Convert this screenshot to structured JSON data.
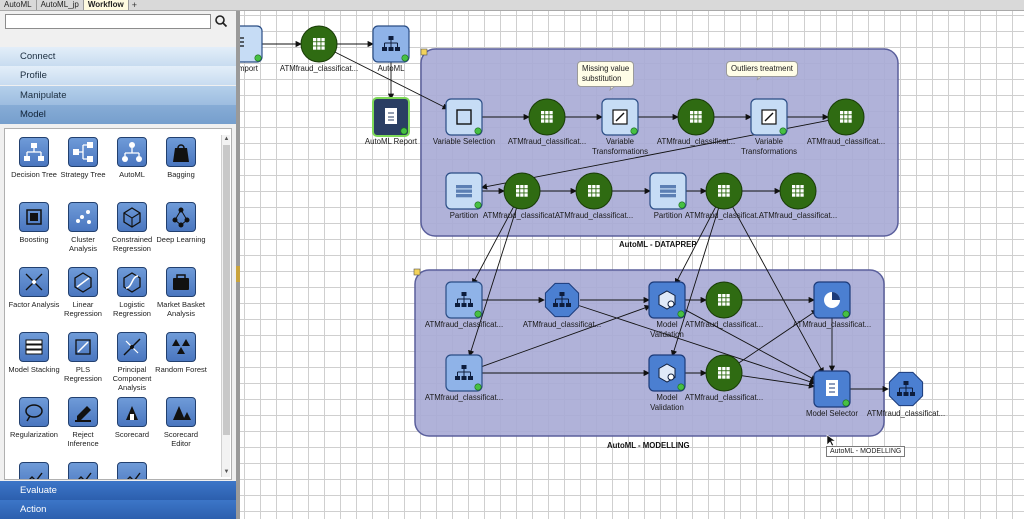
{
  "tabs": [
    {
      "label": "AutoML",
      "active": false
    },
    {
      "label": "AutoML_jp",
      "active": false
    },
    {
      "label": "Workflow",
      "active": true
    }
  ],
  "tab_add_label": "+",
  "search": {
    "value": "",
    "placeholder": ""
  },
  "accordion_top": [
    "Connect",
    "Profile",
    "Manipulate",
    "Model"
  ],
  "accordion_bottom": [
    "Evaluate",
    "Action"
  ],
  "palette_tools": [
    {
      "label": "Decision Tree",
      "icon": "decision-tree-icon"
    },
    {
      "label": "Strategy Tree",
      "icon": "strategy-tree-icon"
    },
    {
      "label": "AutoML",
      "icon": "automl-icon"
    },
    {
      "label": "Bagging",
      "icon": "bagging-icon"
    },
    {
      "label": "Boosting",
      "icon": "boosting-icon"
    },
    {
      "label": "Cluster Analysis",
      "icon": "cluster-icon"
    },
    {
      "label": "Constrained Regression",
      "icon": "constrained-regression-icon"
    },
    {
      "label": "Deep Learning",
      "icon": "deep-learning-icon"
    },
    {
      "label": "Factor Analysis",
      "icon": "factor-analysis-icon"
    },
    {
      "label": "Linear Regression",
      "icon": "linear-regression-icon"
    },
    {
      "label": "Logistic Regression",
      "icon": "logistic-regression-icon"
    },
    {
      "label": "Market Basket Analysis",
      "icon": "market-basket-icon"
    },
    {
      "label": "Model Stacking",
      "icon": "model-stacking-icon"
    },
    {
      "label": "PLS Regression",
      "icon": "pls-regression-icon"
    },
    {
      "label": "Principal Component Analysis",
      "icon": "pca-icon"
    },
    {
      "label": "Random Forest",
      "icon": "random-forest-icon"
    },
    {
      "label": "Regularization",
      "icon": "regularization-icon"
    },
    {
      "label": "Reject Inference",
      "icon": "reject-inference-icon"
    },
    {
      "label": "Scorecard",
      "icon": "scorecard-icon"
    },
    {
      "label": "Scorecard Editor",
      "icon": "scorecard-editor-icon"
    },
    {
      "label": "",
      "icon": "partial-tool-icon"
    },
    {
      "label": "",
      "icon": "partial-tool-icon"
    },
    {
      "label": "",
      "icon": "partial-tool-icon"
    }
  ],
  "workflow": {
    "groups": {
      "dataprep": "AutoML - DATAPREP",
      "modelling": "AutoML - MODELLING"
    },
    "callouts": {
      "missing": "Missing value\nsubstitution",
      "outliers": "Outliers treatment"
    },
    "tooltip": "AutoML - MODELLING",
    "node_labels": {
      "import": "mport",
      "atm1": "ATMfraud_classificat...",
      "automl": "AutoML",
      "automl_report": "AutoML Report",
      "var_sel": "Variable Selection",
      "atm2": "ATMfraud_classificat...",
      "var_trans1": "Variable\nTransformations",
      "atm3": "ATMfraud_classificat...",
      "var_trans2": "Variable\nTransformations",
      "atm4": "ATMfraud_classificat...",
      "part1": "Partition",
      "atm5": "ATMfraud_classificat...",
      "atm6": "ATMfraud_classificat...",
      "part2": "Partition",
      "atm7": "ATMfraud_classificat...",
      "atm8": "ATMfraud_classificat...",
      "m_tree1": "ATMfraud_classificat...",
      "m_oct": "ATMfraud_classificat...",
      "mv1": "Model\nValidation",
      "atm9": "ATMfraud_classificat...",
      "pie": "ATMfraud_classificat...",
      "m_tree2": "ATMfraud_classificat...",
      "mv2": "Model\nValidation",
      "atm10": "ATMfraud_classificat...",
      "selector": "Model Selector",
      "out_oct": "ATMfraud_classificat..."
    }
  },
  "colors": {
    "group_fill": "#a9abd6",
    "dataset_green": "#2f6b12",
    "node_blue": "#4b7fd1",
    "node_light": "#c6dcf5"
  }
}
